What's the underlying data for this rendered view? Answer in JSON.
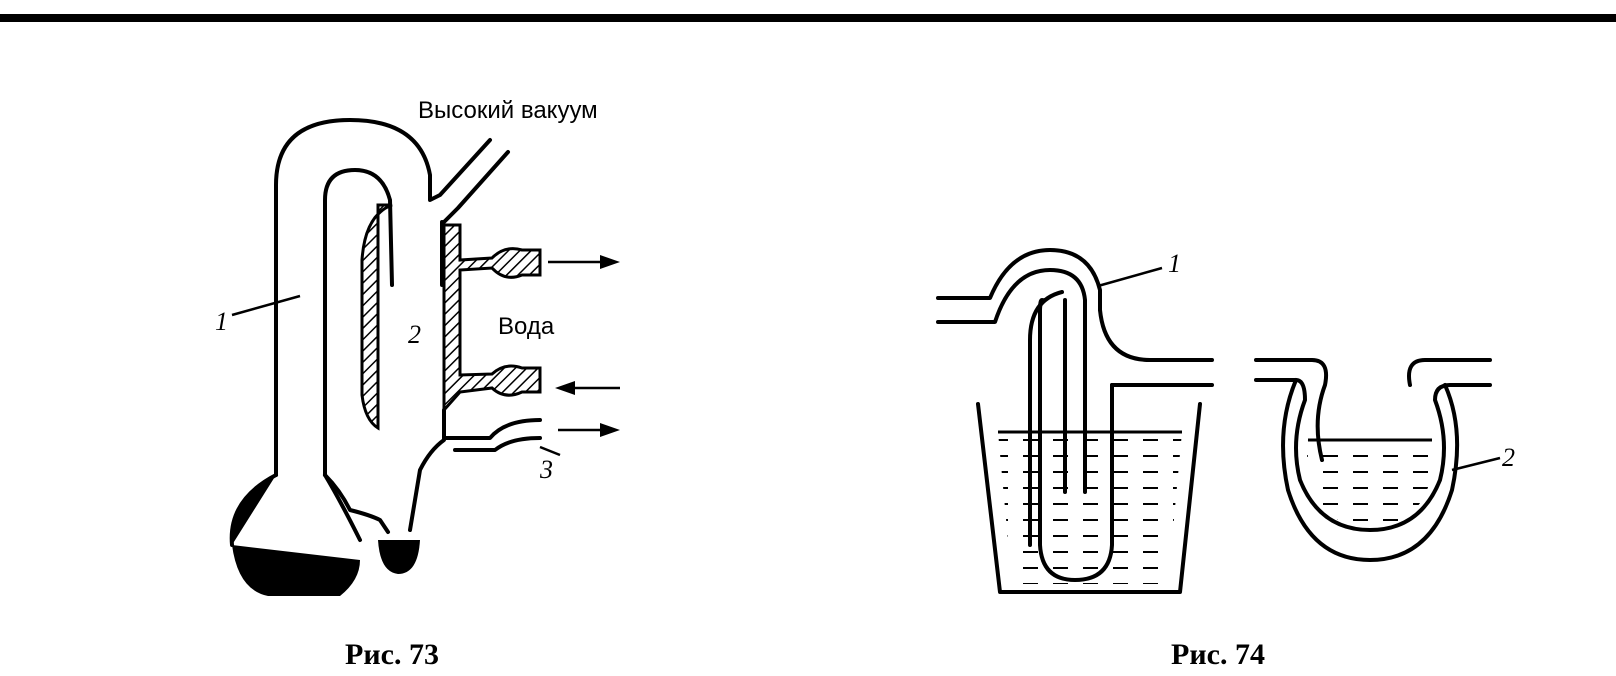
{
  "figures": [
    {
      "caption": "Рис. 73",
      "labels": {
        "vacuum": "Высокий вакуум",
        "water": "Вода",
        "n1": "1",
        "n2": "2",
        "n3": "3"
      }
    },
    {
      "caption": "Рис. 74",
      "labels": {
        "n1": "1",
        "n2": "2"
      }
    }
  ],
  "colors": {
    "ink": "#000000",
    "paper": "#ffffff"
  }
}
